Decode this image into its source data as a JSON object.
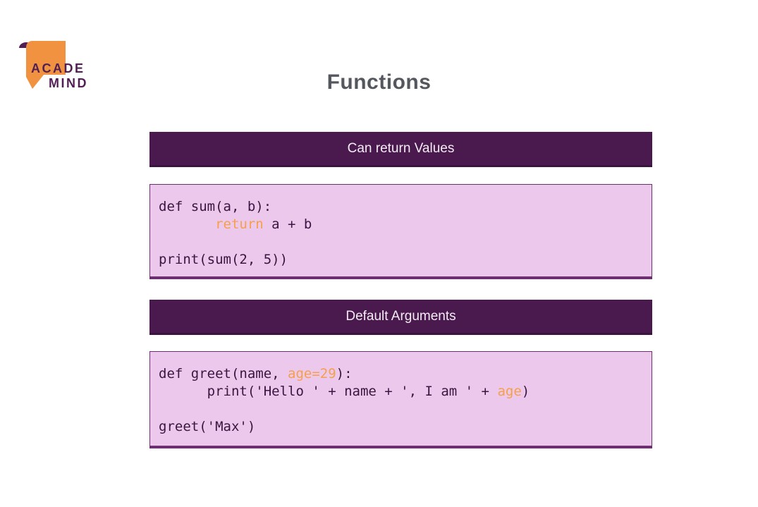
{
  "logo": {
    "line1": "ACADE",
    "line2": "MIND"
  },
  "page_title": "Functions",
  "colors": {
    "banner_bg": "#4A1A4F",
    "banner_text": "#F4ECF4",
    "code_bg": "#ECC8EC",
    "code_border": "#6E2F71",
    "code_text": "#3A1540",
    "accent_orange": "#F5A04A",
    "logo_orange": "#F19240",
    "logo_purple": "#521F55",
    "title_color": "#54575D"
  },
  "sections": [
    {
      "banner": "Can return Values",
      "code": [
        {
          "pre": "def sum(a, b):",
          "hl": "",
          "post": ""
        },
        {
          "pre": "       ",
          "hl": "return",
          "post": " a + b"
        },
        {
          "pre": "",
          "hl": "",
          "post": ""
        },
        {
          "pre": "print(sum(2, 5))",
          "hl": "",
          "post": ""
        }
      ]
    },
    {
      "banner": "Default Arguments",
      "code": [
        {
          "pre": "def greet(name, ",
          "hl": "age=29",
          "post": "):"
        },
        {
          "pre": "      print('Hello ' + name + ', I am ' + ",
          "hl": "age",
          "post": ")"
        },
        {
          "pre": "",
          "hl": "",
          "post": ""
        },
        {
          "pre": "greet('Max')",
          "hl": "",
          "post": ""
        }
      ]
    }
  ]
}
